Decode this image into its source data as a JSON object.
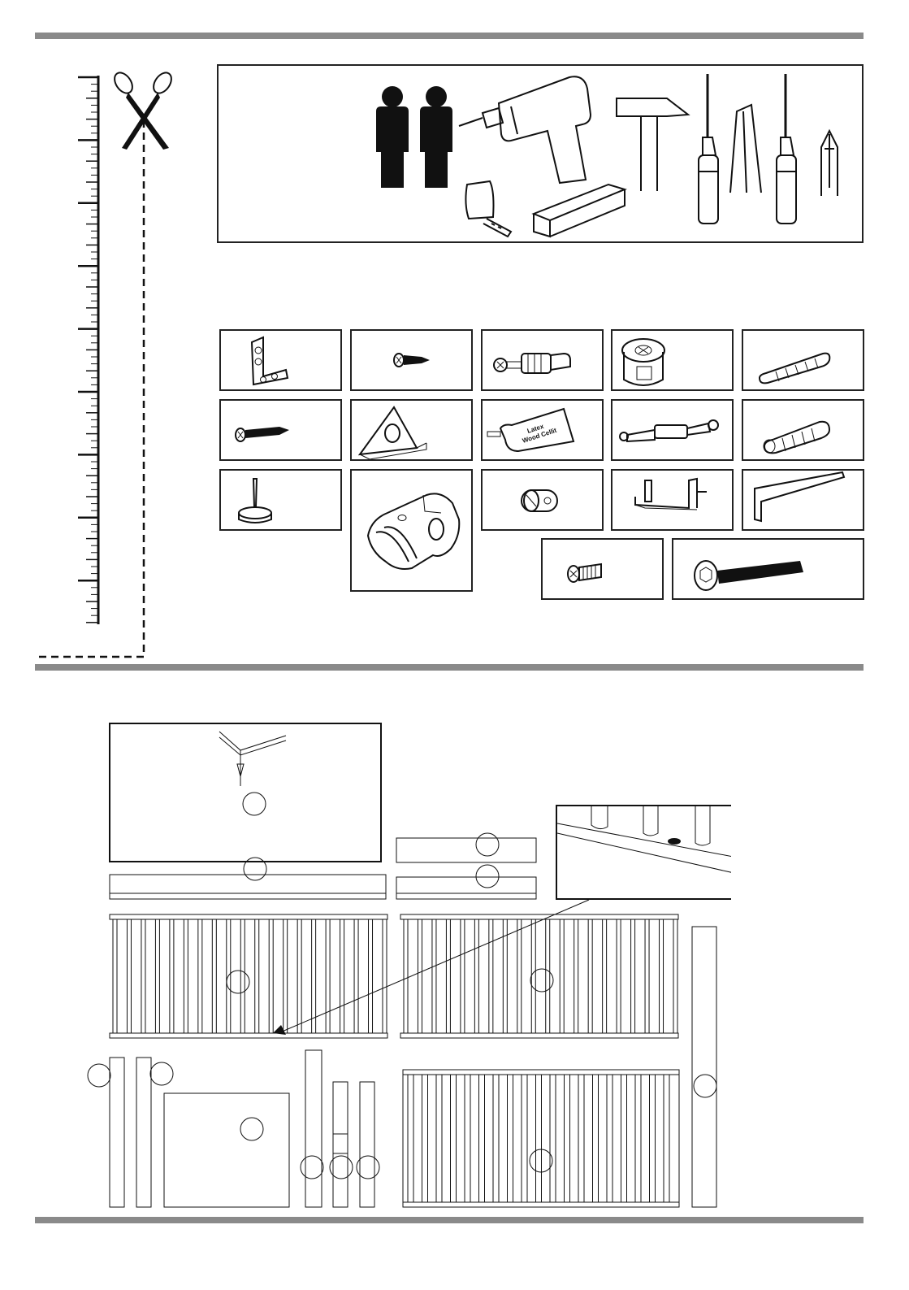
{
  "page": {
    "background": "#ffffff",
    "rule_color": "#8a8a8a",
    "ink_color": "#111111"
  },
  "ruler": {
    "tick_count": 27
  },
  "tools": {
    "persons_required": 2,
    "items": [
      "person-icon",
      "person-icon",
      "power-drill-icon",
      "tape-measure-icon",
      "wood-block-icon",
      "hammer-icon",
      "phillips-screwdriver-icon",
      "flat-screwdriver-icon",
      "phillips-screwdriver-icon",
      "phillips-bit-icon"
    ]
  },
  "hardware": {
    "items": [
      {
        "icon": "angle-bracket-icon"
      },
      {
        "icon": "short-screw-icon"
      },
      {
        "icon": "cam-bolt-icon"
      },
      {
        "icon": "cam-lock-icon"
      },
      {
        "icon": "wood-dowel-icon"
      },
      {
        "icon": "long-screw-icon"
      },
      {
        "icon": "corner-block-icon"
      },
      {
        "icon": "glue-tube-icon",
        "label_line1": "Latex",
        "label_line2": "Wood Cellit"
      },
      {
        "icon": "connector-bolt-icon"
      },
      {
        "icon": "large-dowel-icon"
      },
      {
        "icon": "nail-glide-icon"
      },
      {
        "icon": "slat-holder-icon"
      },
      {
        "icon": "barrel-nut-icon"
      },
      {
        "icon": "u-bracket-icon"
      },
      {
        "icon": "allen-key-icon"
      },
      {
        "icon": "machine-screw-icon"
      },
      {
        "icon": "hex-bolt-icon"
      }
    ]
  },
  "parts": {
    "items": [
      "panel-board-icon",
      "rail-board-icon",
      "short-rail-top-icon",
      "short-rail-bottom-icon",
      "slatted-frame-left-icon",
      "slatted-frame-right-icon",
      "detail-zoom-icon",
      "side-post-1-icon",
      "side-post-2-icon",
      "square-panel-icon",
      "post-3-icon",
      "post-4-icon",
      "post-5-icon",
      "slat-base-icon",
      "tall-post-icon"
    ]
  }
}
